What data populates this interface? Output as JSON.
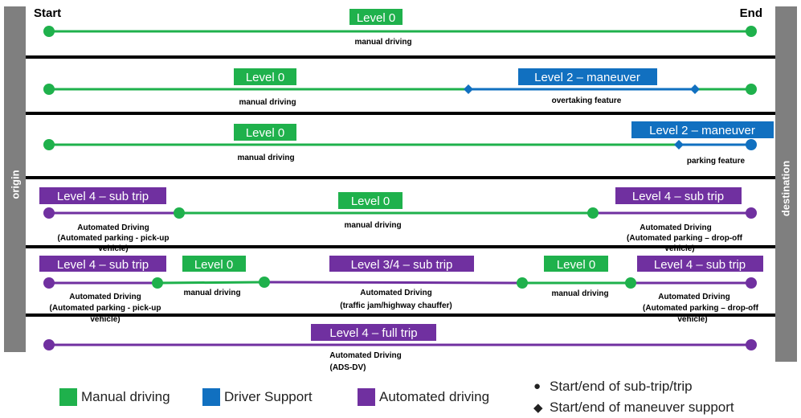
{
  "colors": {
    "manual": "#1fb14c",
    "support": "#1170c0",
    "automated": "#7030a0",
    "divider": "#000000",
    "side": "#7f7f7f"
  },
  "header": {
    "start": "Start",
    "end": "End"
  },
  "side": {
    "origin": "origin",
    "destination": "destination"
  },
  "scenarios": [
    {
      "boxes": [
        {
          "text": "Level 0",
          "color": "manual"
        }
      ],
      "captions": [
        [
          "manual driving"
        ]
      ]
    },
    {
      "boxes": [
        {
          "text": "Level 0",
          "color": "manual"
        },
        {
          "text": "Level 2 – maneuver",
          "color": "support"
        }
      ],
      "captions": [
        [
          "manual driving"
        ],
        [
          "overtaking feature"
        ]
      ]
    },
    {
      "boxes": [
        {
          "text": "Level 0",
          "color": "manual"
        },
        {
          "text": "Level 2 – maneuver",
          "color": "support"
        }
      ],
      "captions": [
        [
          "manual driving"
        ],
        [
          "parking feature"
        ]
      ]
    },
    {
      "boxes": [
        {
          "text": "Level 4 – sub trip",
          "color": "automated"
        },
        {
          "text": "Level 0",
          "color": "manual"
        },
        {
          "text": "Level 4 – sub trip",
          "color": "automated"
        }
      ],
      "captions": [
        [
          "Automated Driving",
          "(Automated parking - pick-up",
          "vehicle)"
        ],
        [
          "manual driving"
        ],
        [
          "Automated Driving",
          "(Automated parking – drop-off",
          "vehicle)"
        ]
      ]
    },
    {
      "boxes": [
        {
          "text": "Level 4 – sub trip",
          "color": "automated"
        },
        {
          "text": "Level 0",
          "color": "manual"
        },
        {
          "text": "Level 3/4 – sub trip",
          "color": "automated"
        },
        {
          "text": "Level 0",
          "color": "manual"
        },
        {
          "text": "Level 4 – sub trip",
          "color": "automated"
        }
      ],
      "captions": [
        [
          "Automated Driving",
          "(Automated parking - pick-up",
          "vehicle)"
        ],
        [
          "manual driving"
        ],
        [
          "Automated Driving",
          "(traffic jam/highway chauffer)"
        ],
        [
          "manual driving"
        ],
        [
          "Automated Driving",
          "(Automated parking – drop-off",
          "vehicle)"
        ]
      ]
    },
    {
      "boxes": [
        {
          "text": "Level 4 – full trip",
          "color": "automated"
        }
      ],
      "captions": [
        [
          "Automated Driving",
          "(ADS-DV)"
        ]
      ]
    }
  ],
  "legend": {
    "manual": "Manual driving",
    "support": "Driver Support",
    "automated": "Automated driving",
    "circle_glyph": "●",
    "diamond_glyph": "◆",
    "circle_text": "Start/end of sub-trip/trip",
    "diamond_text": "Start/end of maneuver support"
  }
}
